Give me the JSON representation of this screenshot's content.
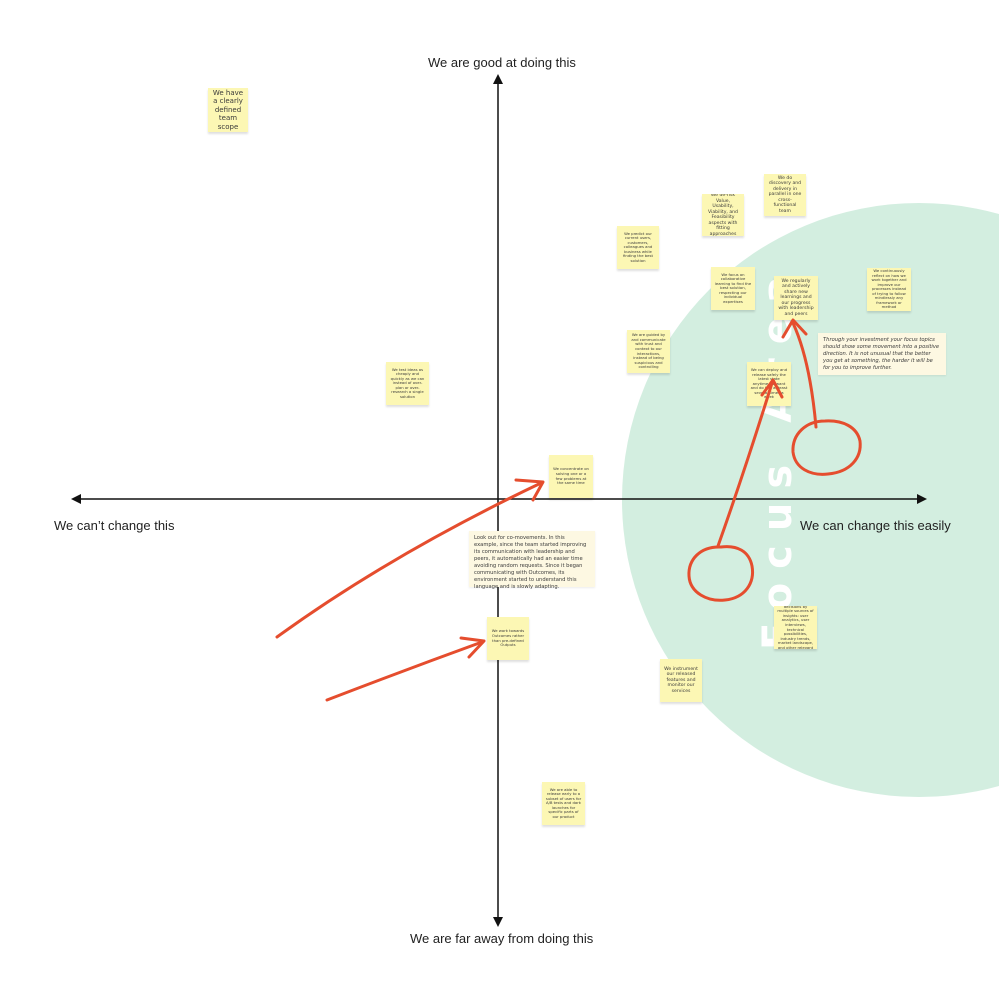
{
  "diagram": {
    "axes": {
      "top": "We are good at doing this",
      "bottom": "We are far away from doing this",
      "left": "We can’t change this",
      "right": "We can change this easily"
    },
    "focus_area_label": "Focus Area",
    "colors": {
      "focus_area": "#d3eee0",
      "sticky": "#fcf7b4",
      "callout": "#fdf8e2",
      "ink": "#e54d2e",
      "axis": "#111111"
    },
    "notes": [
      "We have a clearly defined team scope",
      "We do discovery and delivery in parallel in one cross-functional team",
      "We de-risk Value, Usability, Viability, and Feasibility aspects with fitting approaches",
      "We predict our current users, customers, colleagues and business while finding the best solution",
      "We focus on collaborative learning to find the best solution, respecting our individual expertises",
      "We regularly and actively share new learnings and our progress with leadership and peers",
      "We continuously reflect on how we work together and improve our processes instead of trying to follow mindlessly any framework or method",
      "We are guided by and communicate with trust and context to our interactions, instead of being suspicious and controlling",
      "We test ideas as cheaply and quickly as we can instead of over-plan or over-research a single solution",
      "We can deploy and release safely the latest state anytime we want and do this at least several times a week",
      "We concentrate on solving one or a few problems at the same time",
      "We work towards Outcomes rather than pre-defined Outputs",
      "We guide our decisions by multiple sources of insights: user analytics, user interviews, technical possibilities, industry trends, market landscape, and other relevant sources",
      "We instrument our released features and monitor our services",
      "We are able to release early to a subset of users for A/B tests and dark launches for specific parts of our product"
    ],
    "callouts": {
      "comovement": "Look out for co-movements. In this example, since the team started improving its communication with leadership and peers, it automatically had an easier time avoiding random requests. Since it began communicating with Outcomes, its environment started to understand this language and is slowly adapting.",
      "focus": "Through your investment your focus topics should show some movement into a positive direction. It is not unusual that the better you get at something, the harder it will be for you to improve further."
    }
  }
}
